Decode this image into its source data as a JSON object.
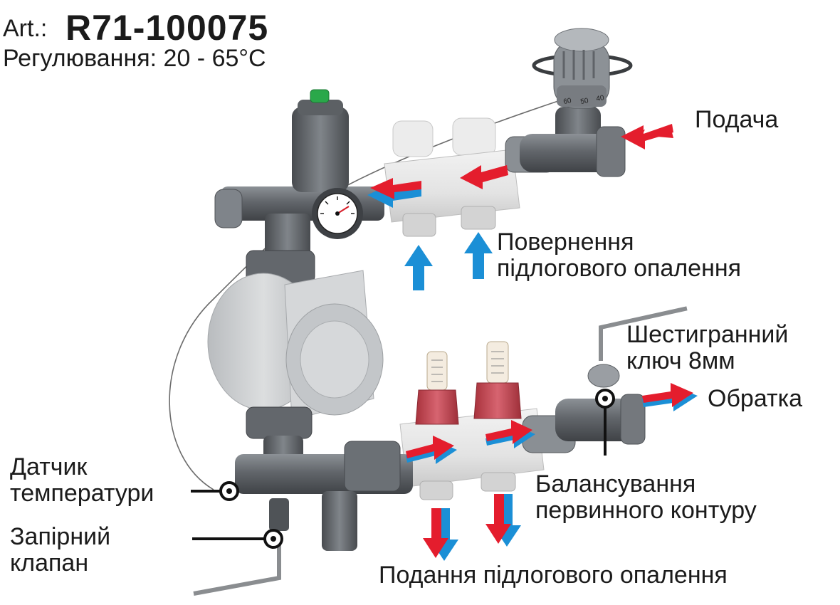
{
  "header": {
    "art_prefix": "Art.:",
    "art_code": "R71-100075",
    "regulation": "Регулювання: 20 - 65°C"
  },
  "labels": {
    "supply": "Подача",
    "return_floor_line1": "Повернення",
    "return_floor_line2": "підлогового опалення",
    "hex_key_line1": "Шестигранний",
    "hex_key_line2": "ключ 8мм",
    "outlet": "Обратка",
    "sensor_line1": "Датчик",
    "sensor_line2": "температури",
    "valve_line1": "Запірний",
    "valve_line2": "клапан",
    "balance_line1": "Балансування",
    "balance_line2": "первинного контуру",
    "feed_floor": "Подання підлогового опалення"
  },
  "gauge_ticks": [
    "60",
    "50",
    "40"
  ],
  "colors": {
    "hot": "#e41d2d",
    "cold": "#1b8fd6",
    "metal": "#6e7378",
    "metal_dark": "#4d5155",
    "manifold": "#e7e7e7",
    "flow_cap": "#c8434e",
    "valve_green": "#2aa84a",
    "text": "#1b1b1b"
  },
  "icons": {
    "arrow_supply": "arrow-left-red-icon",
    "arrow_return": "arrow-up-blue-icon",
    "arrow_outlet": "arrow-right-red-blue-icon",
    "arrow_feed": "arrow-down-red-blue-icon",
    "gauge": "pressure-gauge-icon",
    "thermostat": "thermostat-head-icon",
    "hex_key": "hex-key-icon"
  }
}
